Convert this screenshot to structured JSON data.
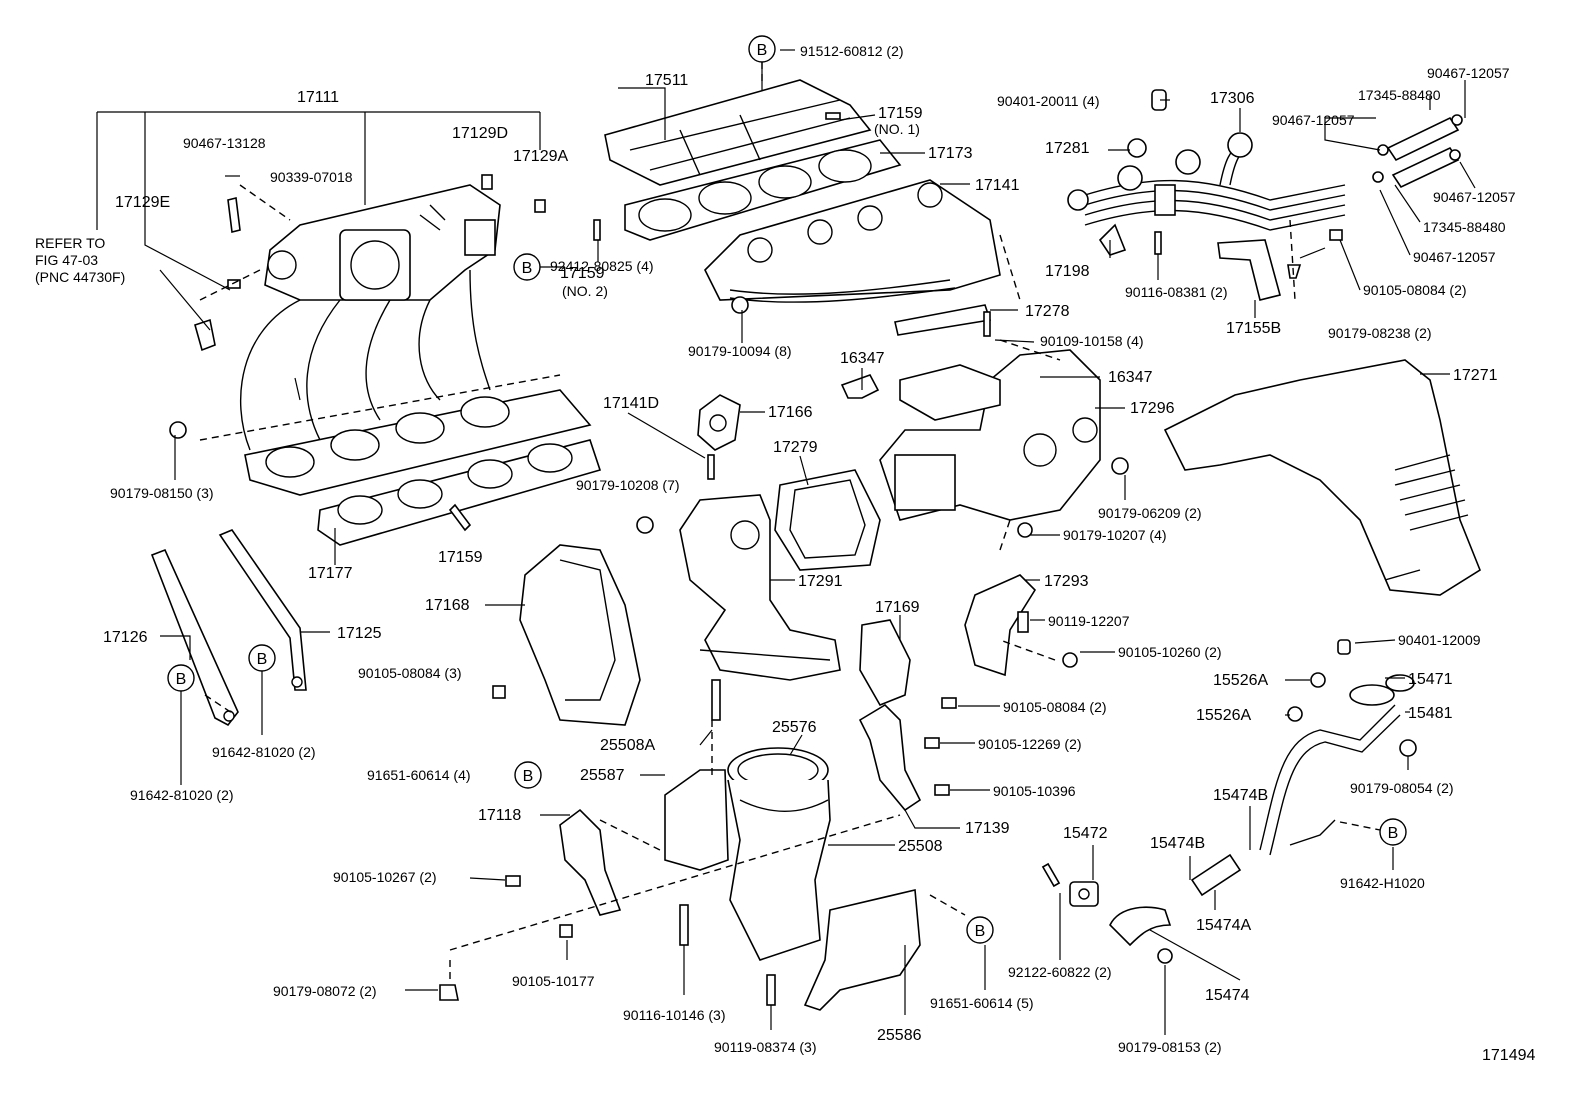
{
  "figure_id": "171494",
  "callout_letter": "B",
  "refer_note": [
    "REFER TO",
    "FIG 47-03",
    "(PNC 44730F)"
  ],
  "labels": {
    "l17111": "17111",
    "l90467_13128": "90467-13128",
    "l90339_07018": "90339-07018",
    "l17129D": "17129D",
    "l17129A": "17129A",
    "l17129E": "17129E",
    "l92412_80825": "92412-80825 (4)",
    "l90179_08150": "90179-08150 (3)",
    "l17177": "17177",
    "l17159b": "17159",
    "l17126": "17126",
    "l17125": "17125",
    "l91642_81020a": "91642-81020 (2)",
    "l91642_81020b": "91642-81020 (2)",
    "l91512_60812": "91512-60812 (2)",
    "l17511": "17511",
    "l17159n1": "17159",
    "l17159n1s": "(NO. 1)",
    "l17173": "17173",
    "l17141": "17141",
    "l17159n2": "17159",
    "l17159n2s": "(NO. 2)",
    "l90179_10094": "90179-10094 (8)",
    "l17141D": "17141D",
    "l17166": "17166",
    "l90179_10208": "90179-10208 (7)",
    "l17279": "17279",
    "l16347a": "16347",
    "l17278": "17278",
    "l90109_10158": "90109-10158 (4)",
    "l16347b": "16347",
    "l17296": "17296",
    "l90179_06209": "90179-06209 (2)",
    "l90179_10207": "90179-10207 (4)",
    "l17291": "17291",
    "l17168": "17168",
    "l90105_08084a": "90105-08084 (3)",
    "l17169": "17169",
    "l17293": "17293",
    "l90119_12207": "90119-12207",
    "l90105_10260": "90105-10260 (2)",
    "l90105_08084b": "90105-08084 (2)",
    "l90105_12269": "90105-12269 (2)",
    "l90105_10396": "90105-10396",
    "l17139": "17139",
    "l25508A": "25508A",
    "l25576": "25576",
    "l25587": "25587",
    "l91651_60614a": "91651-60614 (4)",
    "l17118": "17118",
    "l25508": "25508",
    "l90105_10267": "90105-10267 (2)",
    "l90105_10177": "90105-10177",
    "l90179_08072": "90179-08072 (2)",
    "l90116_10146": "90116-10146 (3)",
    "l90119_08374": "90119-08374 (3)",
    "l25586": "25586",
    "l91651_60614b": "91651-60614 (5)",
    "l90401_20011": "90401-20011 (4)",
    "l17306": "17306",
    "l17281": "17281",
    "l17198": "17198",
    "l90116_08381": "90116-08381 (2)",
    "l17155B": "17155B",
    "l90467_12057a": "90467-12057",
    "l17345_88480a": "17345-88480",
    "l90467_12057b": "90467-12057",
    "l90467_12057c": "90467-12057",
    "l17345_88480b": "17345-88480",
    "l90467_12057d": "90467-12057",
    "l90105_08084c": "90105-08084 (2)",
    "l90179_08238": "90179-08238 (2)",
    "l17271": "17271",
    "l90401_12009": "90401-12009",
    "l15526Aa": "15526A",
    "l15471": "15471",
    "l15526Ab": "15526A",
    "l15481": "15481",
    "l90179_08054": "90179-08054 (2)",
    "l15474Ba": "15474B",
    "l15472": "15472",
    "l15474Bb": "15474B",
    "l91642_H1020": "91642-H1020",
    "l15474A": "15474A",
    "l92122_60822": "92122-60822 (2)",
    "l90179_08153": "90179-08153 (2)",
    "l15474": "15474"
  }
}
